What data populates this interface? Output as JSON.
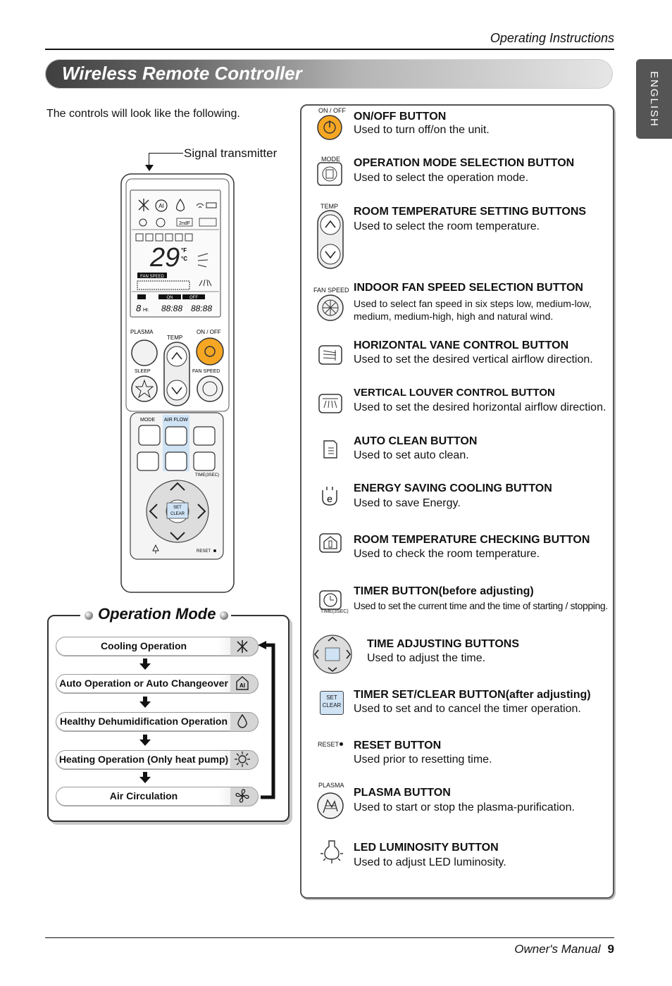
{
  "header": {
    "title": "Operating Instructions",
    "language_tab": "ENGLISH"
  },
  "banner": {
    "title": "Wireless Remote Controller"
  },
  "intro": "The controls will look like the following.",
  "signal_label": "Signal transmitter",
  "remote": {
    "display": {
      "temperature": "29",
      "unit_f": "°F",
      "unit_c": "°C",
      "fan_speed": "FAN SPEED",
      "on": "ON",
      "off": "OFF",
      "hr": "Hr.",
      "ai": "AI",
      "two_f": "2ndF"
    },
    "labels": {
      "plasma": "PLASMA",
      "temp": "TEMP",
      "on_off": "ON / OFF",
      "sleep": "SLEEP",
      "fan_speed": "FAN SPEED",
      "mode": "MODE",
      "air_flow": "AIR FLOW",
      "time_sec": "TIME(3SEC)",
      "set": "SET",
      "clear": "CLEAR",
      "reset": "RESET"
    }
  },
  "operation_mode": {
    "title": "Operation Mode",
    "items": [
      {
        "label": "Cooling Operation",
        "icon": "snowflake-icon"
      },
      {
        "label": "Auto Operation or Auto Changeover",
        "icon": "auto-ai-icon"
      },
      {
        "label": "Healthy Dehumidification Operation",
        "icon": "water-drop-icon"
      },
      {
        "label": "Heating Operation (Only heat pump)",
        "icon": "sun-icon"
      },
      {
        "label": "Air Circulation",
        "icon": "fan-icon"
      }
    ]
  },
  "buttons": [
    {
      "icon_label": "ON / OFF",
      "title": "ON/OFF BUTTON",
      "desc": "Used to turn off/on the unit."
    },
    {
      "icon_label": "MODE",
      "title": "OPERATION MODE SELECTION BUTTON",
      "desc": "Used to select the operation mode."
    },
    {
      "icon_label": "TEMP",
      "title": "ROOM TEMPERATURE SETTING BUTTONS",
      "desc": "Used to select the room temperature."
    },
    {
      "icon_label": "FAN SPEED",
      "title": "INDOOR FAN SPEED SELECTION BUTTON",
      "desc": "Used to select fan speed in six steps low, medium-low, medium, medium-high, high and natural wind."
    },
    {
      "icon_label": "",
      "title": "HORIZONTAL VANE CONTROL BUTTON",
      "desc": "Used to set the desired vertical airflow direction."
    },
    {
      "icon_label": "",
      "title": "VERTICAL LOUVER CONTROL BUTTON",
      "desc": "Used to set the desired horizontal airflow direction."
    },
    {
      "icon_label": "",
      "title": "AUTO CLEAN BUTTON",
      "desc": "Used to set auto clean."
    },
    {
      "icon_label": "",
      "title": "ENERGY SAVING COOLING BUTTON",
      "desc": "Used to save Energy."
    },
    {
      "icon_label": "",
      "title": "ROOM TEMPERATURE CHECKING BUTTON",
      "desc": "Used to check the room temperature."
    },
    {
      "icon_label": "TIME(3SEC)",
      "title": "TIMER BUTTON(before adjusting)",
      "desc": "Used to set the current time and the time of starting / stopping."
    },
    {
      "icon_label": "",
      "title": "TIME ADJUSTING BUTTONS",
      "desc": "Used to adjust the time."
    },
    {
      "icon_label": "",
      "title": "TIMER SET/CLEAR BUTTON(after adjusting)",
      "desc": "Used to set and to cancel the timer operation."
    },
    {
      "icon_label": "RESET",
      "title": "RESET BUTTON",
      "desc": "Used prior to resetting time."
    },
    {
      "icon_label": "PLASMA",
      "title": "PLASMA BUTTON",
      "desc": "Used to start or stop the plasma-purification."
    },
    {
      "icon_label": "",
      "title": "LED LUMINOSITY BUTTON",
      "desc": "Used to adjust LED luminosity."
    }
  ],
  "footer": {
    "text": "Owner's Manual",
    "page": "9"
  },
  "colors": {
    "accent_orange": "#f5a623",
    "banner_dark": "#3f3f3f",
    "lang_tab": "#555555"
  }
}
